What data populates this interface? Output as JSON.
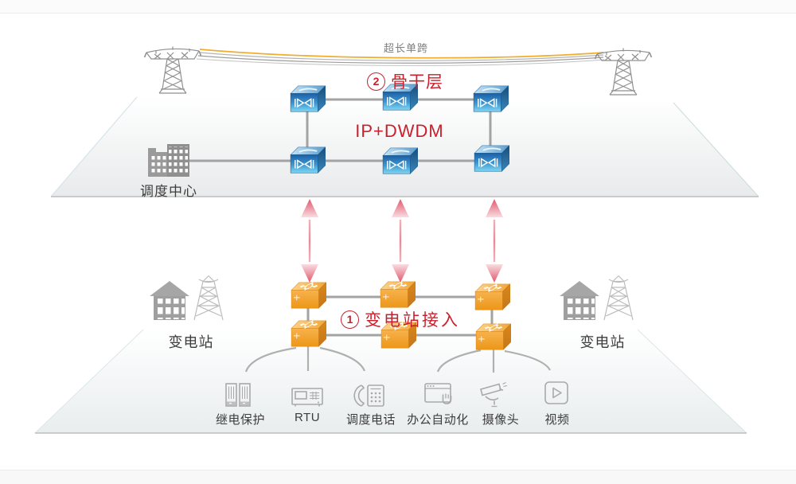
{
  "page": {
    "background": "#ffffff",
    "accent_red": "#c9202c"
  },
  "overhead_span": {
    "label": "超长单跨",
    "wire_color": "#f0ad2e",
    "pylon_icon": "transmission-pylon-icon"
  },
  "backbone_layer": {
    "badge_number": "2",
    "title": "骨干层",
    "tech_label": "IP+DWDM",
    "node_icon": "dwdm-transport-node-icon",
    "node_color": "#2f86c4",
    "node_count": 6
  },
  "access_layer": {
    "badge_number": "1",
    "title": "变电站接入",
    "node_icon": "access-router-node-icon",
    "node_color": "#f2a233",
    "node_count": 6
  },
  "dispatch_center": {
    "label": "调度中心",
    "icon": "office-buildings-icon"
  },
  "substations": {
    "left_label": "变电站",
    "right_label": "变电站",
    "icon": "substation-house-and-pylon-icon"
  },
  "terminals": [
    {
      "label": "继电保护",
      "icon": "relay-protection-cabinets-icon"
    },
    {
      "label": "RTU",
      "icon": "rtu-terminal-icon"
    },
    {
      "label": "调度电话",
      "icon": "dispatch-telephone-icon"
    },
    {
      "label": "办公自动化",
      "icon": "office-automation-icon"
    },
    {
      "label": "摄像头",
      "icon": "cctv-camera-icon"
    },
    {
      "label": "视频",
      "icon": "video-player-icon"
    }
  ]
}
